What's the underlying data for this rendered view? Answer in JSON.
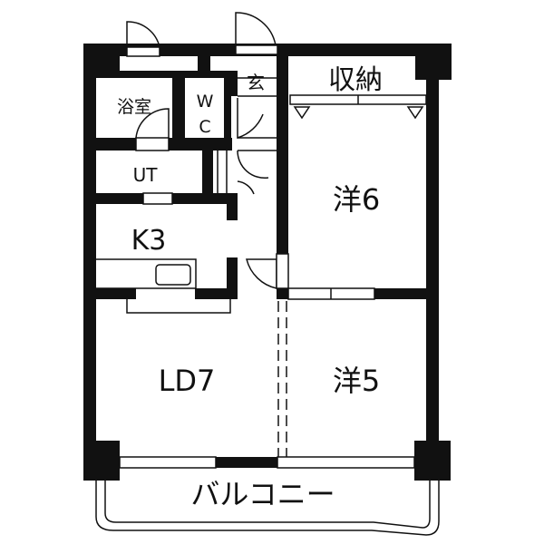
{
  "floor_plan": {
    "rooms": {
      "storage": "収納",
      "entrance": "玄",
      "bathroom": "浴室",
      "wc_w": "W",
      "wc_c": "C",
      "utility": "UT",
      "kitchen": "K3",
      "western_room_6": "洋6",
      "living_dining": "LD7",
      "western_room_5": "洋5",
      "balcony": "バルコニー"
    },
    "colors": {
      "wall": "#111111",
      "background": "#ffffff"
    }
  }
}
